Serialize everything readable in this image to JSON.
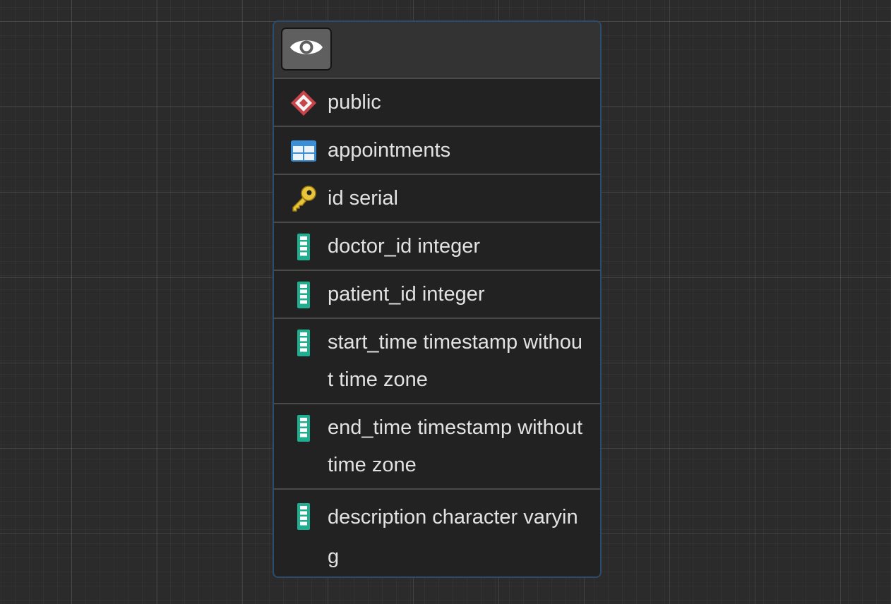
{
  "node": {
    "header": {
      "view_icon": "eye-icon"
    },
    "rows": [
      {
        "icon": "schema-diamond-icon",
        "label": "public"
      },
      {
        "icon": "table-icon",
        "label": "appointments"
      },
      {
        "icon": "primary-key-icon",
        "label": "id serial"
      },
      {
        "icon": "column-icon",
        "label": "doctor_id integer"
      },
      {
        "icon": "column-icon",
        "label": "patient_id integer"
      },
      {
        "icon": "column-icon",
        "label": "start_time timestamp without time zone"
      },
      {
        "icon": "column-icon",
        "label": "end_time timestamp without time zone"
      },
      {
        "icon": "column-icon",
        "label": "description character varying"
      }
    ]
  },
  "colors": {
    "node_border": "#2a4d6d",
    "schema_icon": "#c9434a",
    "table_icon": "#3a8fd6",
    "key_icon": "#e8c53a",
    "column_icon": "#1fae8f"
  }
}
